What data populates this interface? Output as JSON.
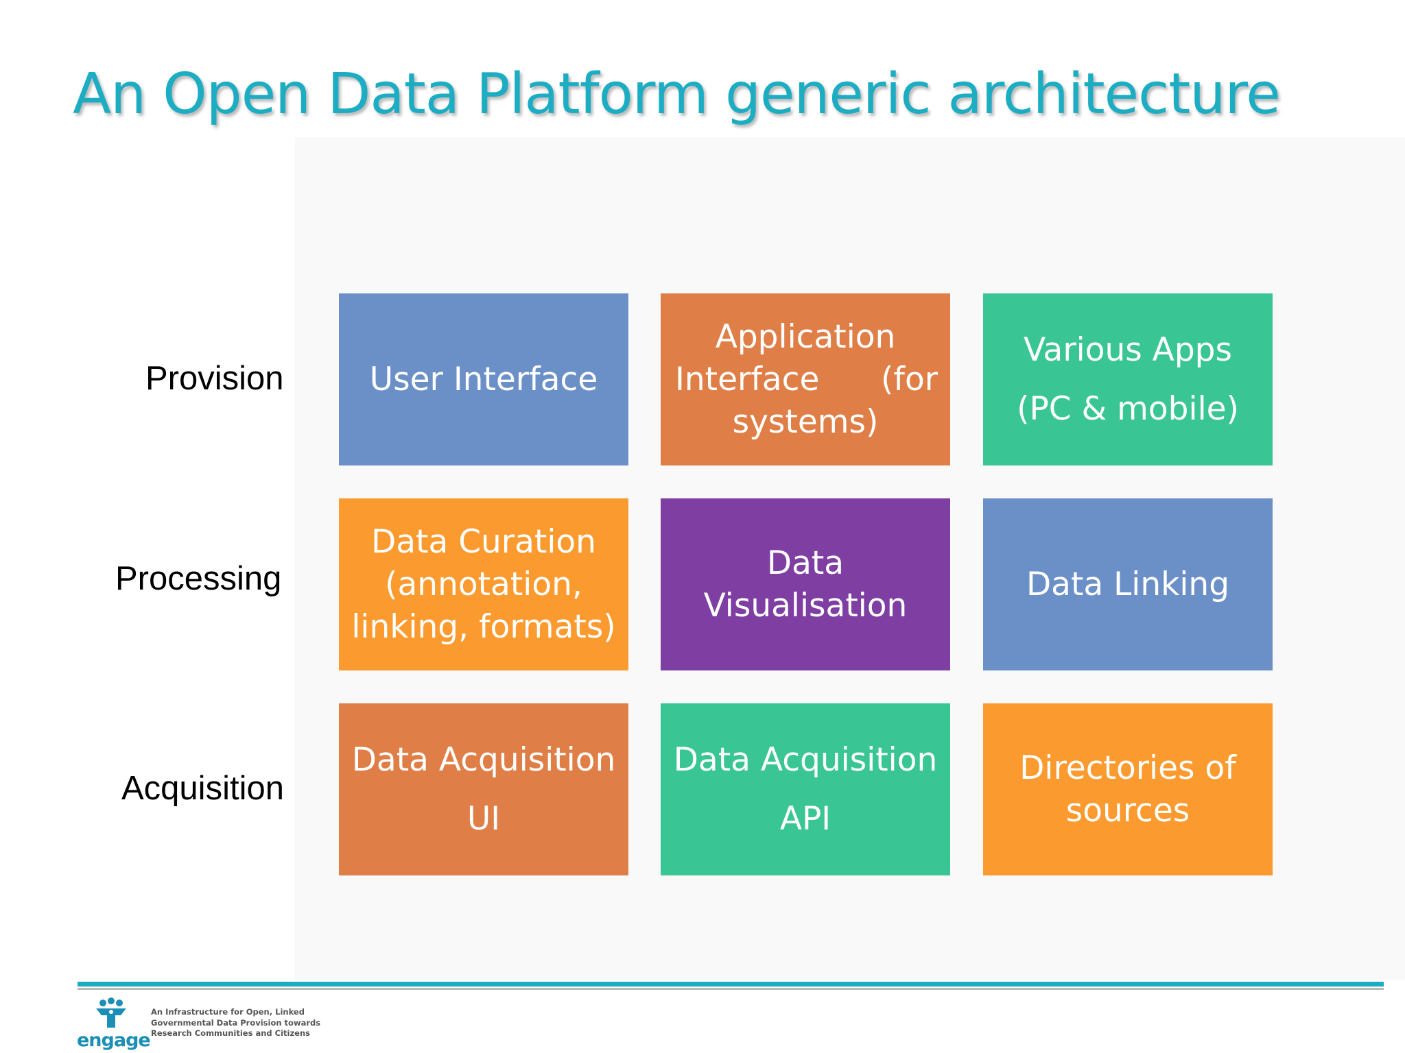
{
  "slide": {
    "title": "An Open Data Platform generic architecture",
    "title_color": "#1cadc3"
  },
  "rows": [
    {
      "label": "Provision"
    },
    {
      "label": "Processing"
    },
    {
      "label": "Acquisition"
    }
  ],
  "blocks": [
    {
      "lines": [
        "User Interface"
      ],
      "color": "#6b90c7"
    },
    {
      "lines": [
        "Application",
        "Interface      (for",
        "systems)"
      ],
      "color": "#df7f47"
    },
    {
      "lines": [
        "Various Apps",
        "(PC & mobile)"
      ],
      "color": "#3ac694"
    },
    {
      "lines": [
        "Data Curation",
        "(annotation,",
        "linking, formats)"
      ],
      "color": "#fa9a2f"
    },
    {
      "lines": [
        "Data",
        "Visualisation"
      ],
      "color": "#7e3ea2"
    },
    {
      "lines": [
        "Data Linking"
      ],
      "color": "#6b90c7"
    },
    {
      "lines": [
        "Data Acquisition",
        "UI"
      ],
      "color": "#df7f47"
    },
    {
      "lines": [
        "Data Acquisition",
        "API"
      ],
      "color": "#3ac694"
    },
    {
      "lines": [
        "Directories of",
        "sources"
      ],
      "color": "#fa9a2f"
    }
  ],
  "footer": {
    "rule_color": "#1cadc3",
    "logo_word": "engage",
    "logo_icon": "engage-logo-icon",
    "tagline": [
      "An Infrastructure for Open, Linked",
      "Governmental Data Provision towards",
      "Research Communities and Citizens"
    ]
  }
}
